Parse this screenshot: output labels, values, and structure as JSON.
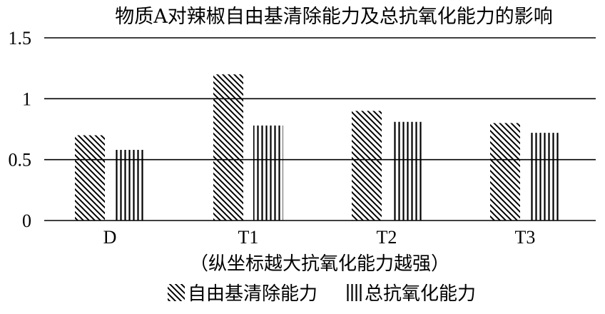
{
  "chart_data": {
    "type": "bar",
    "title": "物质A对辣椒自由基清除能力及总抗氧化能力的影响",
    "categories": [
      "D",
      "T1",
      "T2",
      "T3"
    ],
    "series": [
      {
        "name": "自由基清除能力",
        "values": [
          0.7,
          1.2,
          0.9,
          0.8
        ],
        "pattern": "diagonal"
      },
      {
        "name": "总抗氧化能力",
        "values": [
          0.58,
          0.78,
          0.81,
          0.72
        ],
        "pattern": "vertical"
      }
    ],
    "ylim": [
      0,
      1.5
    ],
    "yticks": [
      {
        "value": 0,
        "label": "0"
      },
      {
        "value": 0.5,
        "label": "0.5"
      },
      {
        "value": 1,
        "label": "1"
      },
      {
        "value": 1.5,
        "label": "1.5"
      }
    ],
    "grid": true,
    "legend_position": "bottom",
    "note": "（纵坐标越大抗氧化能力越强）",
    "colors": {
      "ink": "#000000",
      "background": "#ffffff"
    }
  }
}
